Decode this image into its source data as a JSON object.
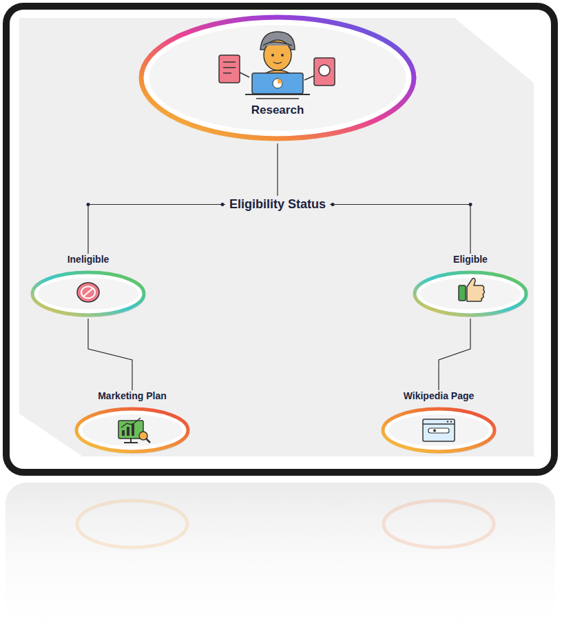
{
  "diagram": {
    "nodes": [
      {
        "text": [
          "Research"
        ]
      },
      {
        "text": [
          "Eligibility Status"
        ]
      },
      {
        "text": [
          "Ineligible"
        ]
      },
      {
        "text": [
          "Eligible"
        ]
      },
      {
        "text": [
          "Marketing Plan"
        ]
      },
      {
        "text": [
          "Wikipedia Page"
        ]
      }
    ],
    "edges": [
      {
        "from": 0,
        "to": 1,
        "arrow": "none"
      },
      {
        "from": 1,
        "to": 2,
        "arrow": "none"
      },
      {
        "from": 1,
        "to": 3,
        "arrow": "none"
      },
      {
        "from": 4,
        "to": 2,
        "arrow": "none"
      },
      {
        "from": 5,
        "to": 3,
        "arrow": "none"
      }
    ]
  }
}
